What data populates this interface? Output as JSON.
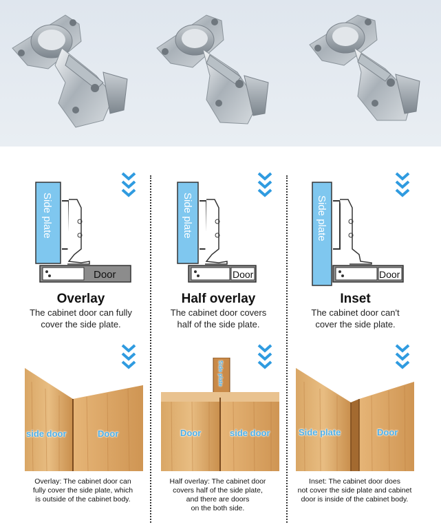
{
  "colors": {
    "side_plate": "#7fc7ef",
    "door": "#8c8c8c",
    "chevron": "#2f9be0",
    "wood_label": "#4fb0e8"
  },
  "sections": [
    {
      "title": "Overlay",
      "desc": "The cabinet door can fully\ncover the side plate.",
      "side_label": "Side plate",
      "door_label": "Door",
      "wood_left": "side door",
      "wood_right": "Door",
      "caption": "Overlay: The cabinet door can\nfully cover the side plate, which\nis outside of the cabinet body."
    },
    {
      "title": "Half overlay",
      "desc": "The cabinet door covers\nhalf of the side plate.",
      "side_label": "Side plate",
      "door_label": "Door",
      "wood_left": "Door",
      "wood_right": "side door",
      "wood_top": "Side plate",
      "caption": "Half overlay: The cabinet door\ncovers half of the side plate,\nand there are doors\non the both side."
    },
    {
      "title": "Inset",
      "desc": "The cabinet door can't\ncover the side plate.",
      "side_label": "Side plate",
      "door_label": "Door",
      "wood_left": "Side plate",
      "wood_right": "Door",
      "caption": "Inset: The cabinet door does\nnot cover the side plate and cabinet\ndoor is inside of the cabinet body."
    }
  ]
}
